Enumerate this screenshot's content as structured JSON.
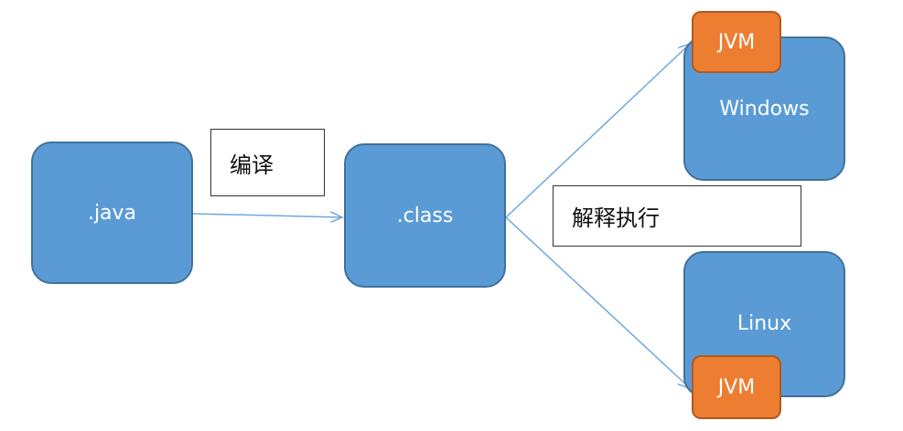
{
  "nodes": {
    "java": ".java",
    "class": ".class",
    "windows": "Windows",
    "linux": "Linux",
    "jvm_windows": "JVM",
    "jvm_linux": "JVM"
  },
  "edge_labels": {
    "compile": "编译",
    "interpret": "解释执行"
  },
  "colors": {
    "node_fill": "#5b9bd5",
    "node_border": "#41719c",
    "jvm_fill": "#ed7d31",
    "arrow": "#6fa8dc"
  }
}
